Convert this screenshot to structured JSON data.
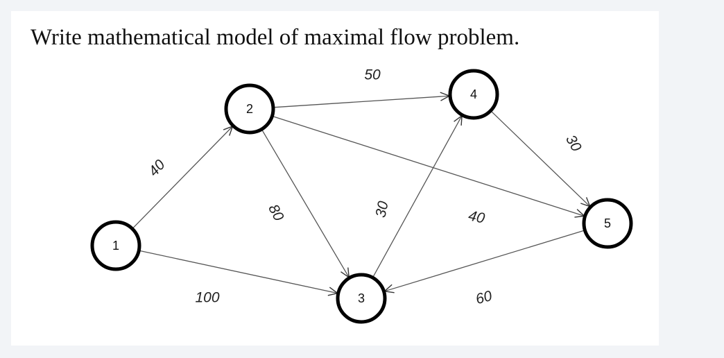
{
  "title": "Write mathematical model of maximal flow problem.",
  "graph": {
    "nodes": [
      {
        "id": "1",
        "label": "1"
      },
      {
        "id": "2",
        "label": "2"
      },
      {
        "id": "3",
        "label": "3"
      },
      {
        "id": "4",
        "label": "4"
      },
      {
        "id": "5",
        "label": "5"
      }
    ],
    "edges": [
      {
        "from": "1",
        "to": "2",
        "capacity": "40"
      },
      {
        "from": "1",
        "to": "3",
        "capacity": "100"
      },
      {
        "from": "2",
        "to": "4",
        "capacity": "50"
      },
      {
        "from": "2",
        "to": "3",
        "capacity": "80"
      },
      {
        "from": "2",
        "to": "5",
        "capacity": "40"
      },
      {
        "from": "3",
        "to": "4",
        "capacity": "30"
      },
      {
        "from": "4",
        "to": "5",
        "capacity": "30"
      },
      {
        "from": "5",
        "to": "3",
        "capacity": "60"
      }
    ]
  }
}
